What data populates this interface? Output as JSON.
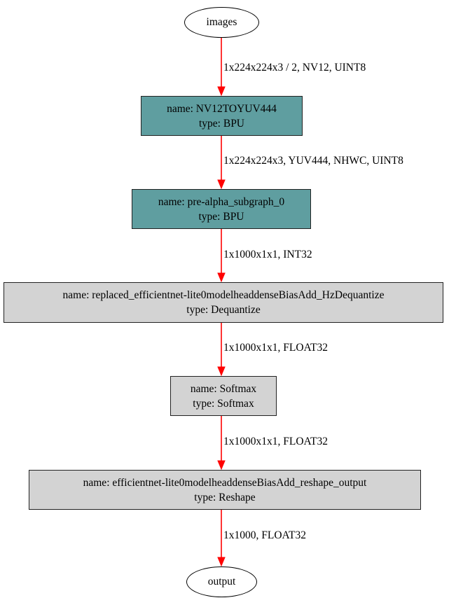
{
  "graph": {
    "edge_color": "#ff0000",
    "nodes": [
      {
        "id": "images",
        "shape": "ellipse",
        "label": "images"
      },
      {
        "id": "nv12",
        "shape": "box",
        "fill": "#5f9ea0",
        "name_line": "name: NV12TOYUV444",
        "type_line": "type: BPU"
      },
      {
        "id": "prealpha",
        "shape": "box",
        "fill": "#5f9ea0",
        "name_line": "name: pre-alpha_subgraph_0",
        "type_line": "type: BPU"
      },
      {
        "id": "dequant",
        "shape": "box",
        "fill": "#d3d3d3",
        "name_line": "name: replaced_efficientnet-lite0modelheaddenseBiasAdd_HzDequantize",
        "type_line": "type: Dequantize"
      },
      {
        "id": "softmax",
        "shape": "box",
        "fill": "#d3d3d3",
        "name_line": "name: Softmax",
        "type_line": "type: Softmax"
      },
      {
        "id": "reshape",
        "shape": "box",
        "fill": "#d3d3d3",
        "name_line": "name: efficientnet-lite0modelheaddenseBiasAdd_reshape_output",
        "type_line": "type: Reshape"
      },
      {
        "id": "output",
        "shape": "ellipse",
        "label": "output"
      }
    ],
    "edges": [
      {
        "from": "images",
        "to": "nv12",
        "label": "1x224x224x3 / 2, NV12, UINT8"
      },
      {
        "from": "nv12",
        "to": "prealpha",
        "label": "1x224x224x3, YUV444, NHWC, UINT8"
      },
      {
        "from": "prealpha",
        "to": "dequant",
        "label": "1x1000x1x1, INT32"
      },
      {
        "from": "dequant",
        "to": "softmax",
        "label": "1x1000x1x1, FLOAT32"
      },
      {
        "from": "softmax",
        "to": "reshape",
        "label": "1x1000x1x1, FLOAT32"
      },
      {
        "from": "reshape",
        "to": "output",
        "label": "1x1000, FLOAT32"
      }
    ]
  }
}
